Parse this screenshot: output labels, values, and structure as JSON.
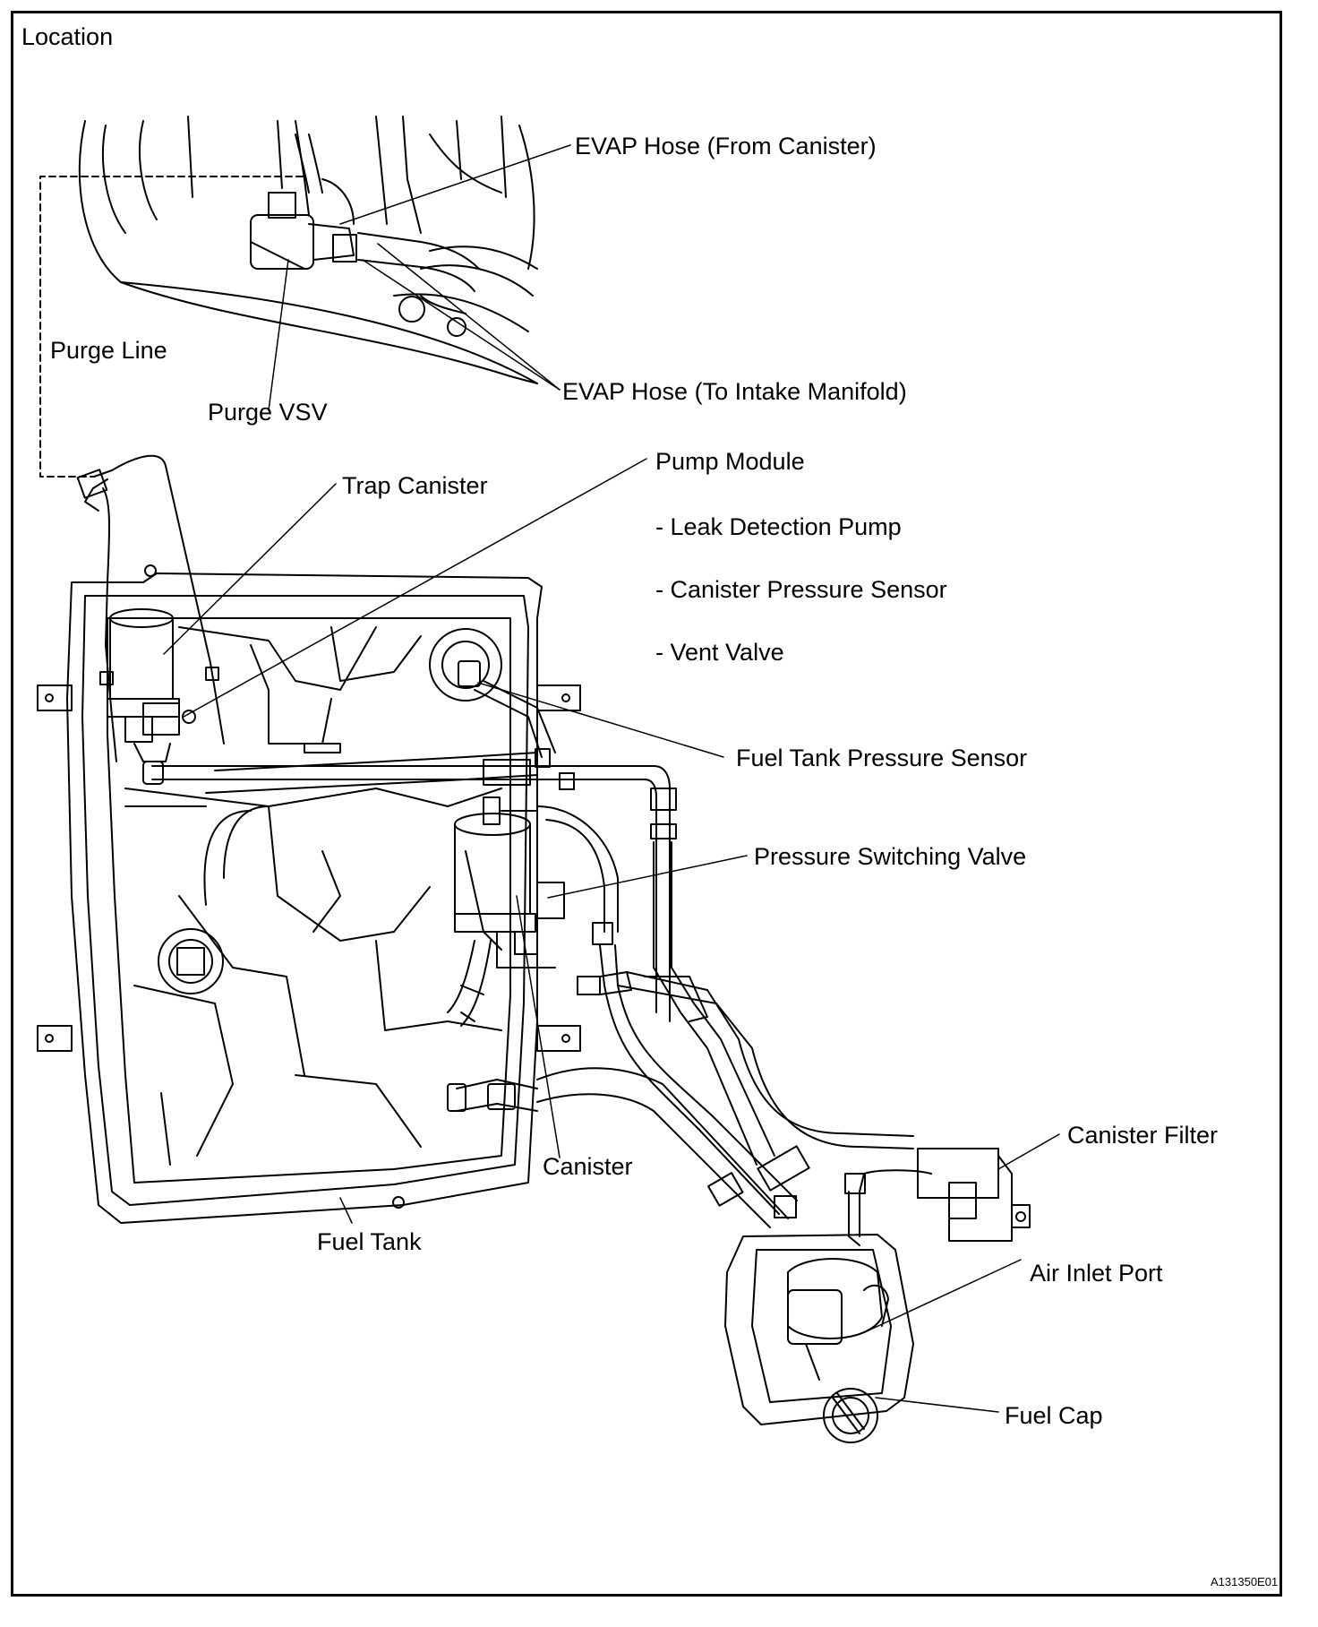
{
  "title": "Location",
  "labels": {
    "evap_hose_from_canister": "EVAP Hose (From Canister)",
    "purge_line": "Purge Line",
    "evap_hose_to_intake": "EVAP Hose (To Intake Manifold)",
    "purge_vsv": "Purge VSV",
    "trap_canister": "Trap Canister",
    "pump_module": "Pump Module",
    "leak_detection_pump": "- Leak Detection Pump",
    "canister_pressure_sensor": "- Canister Pressure Sensor",
    "vent_valve": "- Vent Valve",
    "fuel_tank_pressure_sensor": "Fuel Tank Pressure Sensor",
    "pressure_switching_valve": "Pressure Switching Valve",
    "canister_filter": "Canister Filter",
    "canister": "Canister",
    "fuel_tank": "Fuel Tank",
    "air_inlet_port": "Air Inlet Port",
    "fuel_cap": "Fuel Cap"
  },
  "figure_code": "A131350E01"
}
